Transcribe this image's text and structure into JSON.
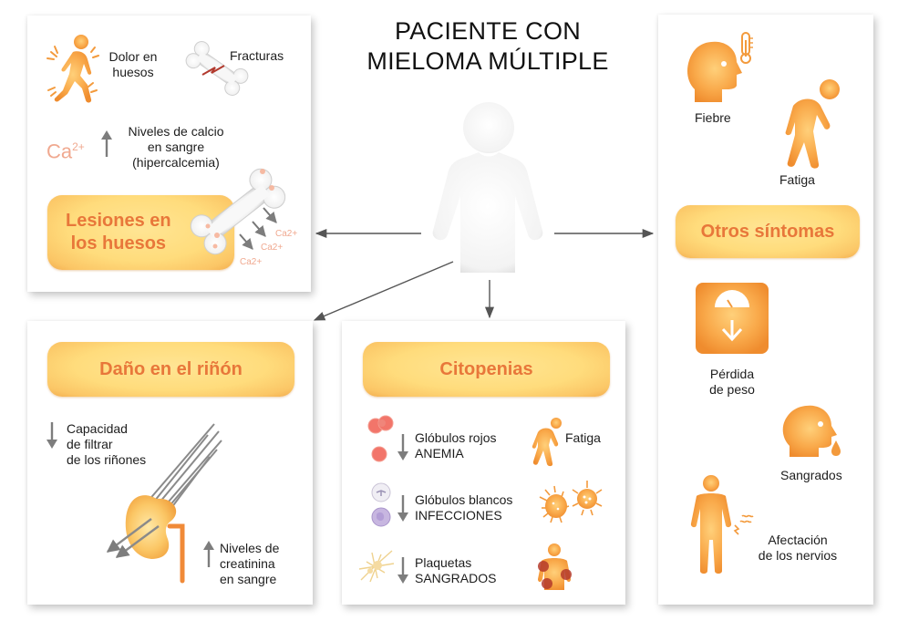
{
  "title": {
    "line1": "PACIENTE CON",
    "line2": "MIELOMA MÚLTIPLE"
  },
  "colors": {
    "accent_orange": "#e8773a",
    "pill_fill": "#ffdc7c",
    "icon_orange": "#f39a3c",
    "arrow_gray": "#555555",
    "calcium_pink": "#f0a990"
  },
  "panels": {
    "bones": {
      "items": [
        {
          "icon": "bone-pain-person-icon",
          "label_line1": "Dolor en",
          "label_line2": "huesos"
        },
        {
          "icon": "fractured-bone-icon",
          "label": "Fracturas"
        }
      ],
      "calcium": {
        "symbol": "Ca",
        "superscript": "2+",
        "trend": "up",
        "label_line1": "Niveles de calcio",
        "label_line2": "en sangre",
        "label_line3": "(hipercalcemia)"
      },
      "heading_line1": "Lesiones en",
      "heading_line2": "los huesos",
      "calcium_release_labels": [
        "Ca2+",
        "Ca2+",
        "Ca2+"
      ]
    },
    "kidney": {
      "heading": "Daño en el riñón",
      "filter": {
        "trend": "down",
        "line1": "Capacidad",
        "line2": "de filtrar",
        "line3": "de los riñones"
      },
      "creatinine": {
        "trend": "up",
        "line1": "Niveles de",
        "line2": "creatinina",
        "line3": "en sangre"
      }
    },
    "cytopenias": {
      "heading": "Citopenias",
      "rows": [
        {
          "cell_icon": "red-blood-cells-icon",
          "trend": "down",
          "line1": "Glóbulos rojos",
          "line2": "ANEMIA",
          "effect_icon": "fatigue-person-icon",
          "effect_label": "Fatiga"
        },
        {
          "cell_icon": "white-blood-cells-icon",
          "trend": "down",
          "line1": "Glóbulos blancos",
          "line2": "INFECCIONES",
          "effect_icon": "germs-icon",
          "effect_label": ""
        },
        {
          "cell_icon": "platelets-icon",
          "trend": "down",
          "line1": "Plaquetas",
          "line2": "SANGRADOS",
          "effect_icon": "bruised-person-icon",
          "effect_label": ""
        }
      ]
    },
    "other": {
      "heading": "Otros síntomas",
      "items": [
        {
          "icon": "fever-head-thermometer-icon",
          "label": "Fiebre"
        },
        {
          "icon": "fatigue-person-icon",
          "label": "Fatiga"
        },
        {
          "icon": "weight-scale-down-icon",
          "label_line1": "Pérdida",
          "label_line2": "de peso"
        },
        {
          "icon": "bleeding-head-icon",
          "label": "Sangrados"
        },
        {
          "icon": "nerve-person-icon",
          "label_line1": "Afectación",
          "label_line2": "de los nervios"
        }
      ]
    }
  }
}
